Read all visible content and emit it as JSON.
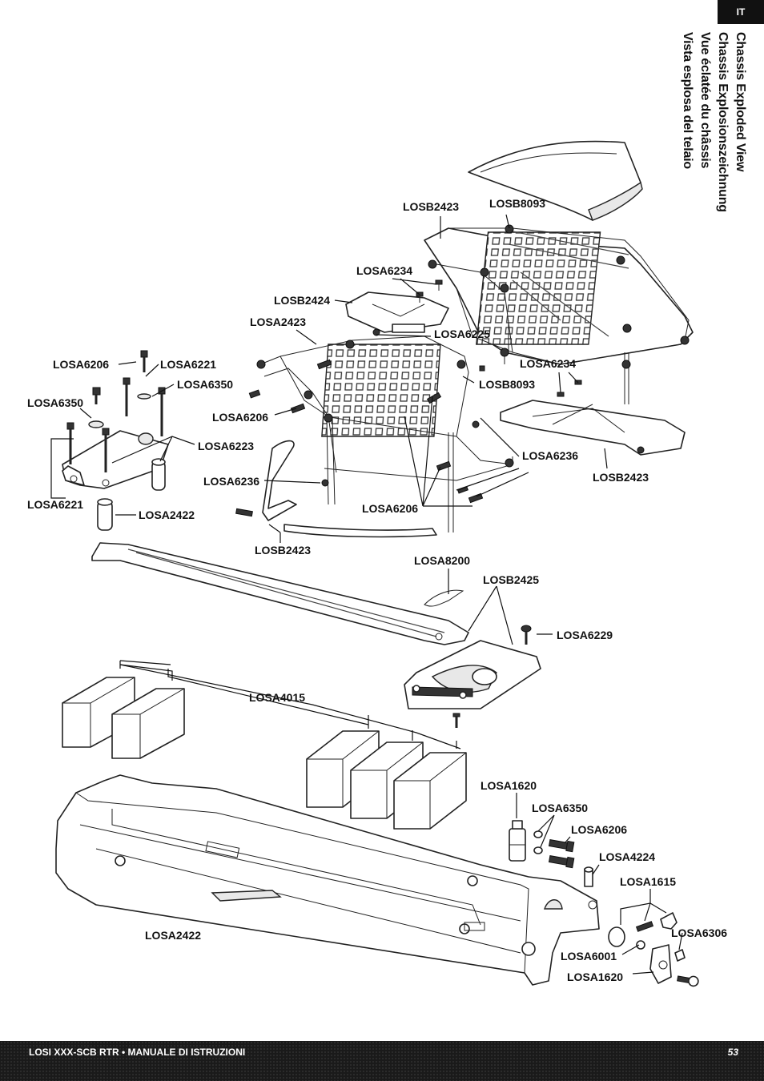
{
  "lang_tab": "IT",
  "titles": [
    "Chassis Exploded View",
    "Chassis Explosionszeichnung",
    "Vue éclatée du châssis",
    "Vista esplosa del telaio"
  ],
  "labels": {
    "losb2423_a": "LOSB2423",
    "losb8093_a": "LOSB8093",
    "losa6234_a": "LOSA6234",
    "losb2424": "LOSB2424",
    "losa2423": "LOSA2423",
    "losa6225": "LOSA6225",
    "losa6206_a": "LOSA6206",
    "losa6221_a": "LOSA6221",
    "losa6350_a": "LOSA6350",
    "losa6350_b": "LOSA6350",
    "losa6206_b": "LOSA6206",
    "losb8093_b": "LOSB8093",
    "losa6234_b": "LOSA6234",
    "losa6223": "LOSA6223",
    "losa6236_a": "LOSA6236",
    "losb2423_b": "LOSB2423",
    "losa6236_b": "LOSA6236",
    "losa6221_b": "LOSA6221",
    "losa2422_a": "LOSA2422",
    "losa6206_c": "LOSA6206",
    "losb2423_c": "LOSB2423",
    "losa8200": "LOSA8200",
    "losb2425": "LOSB2425",
    "losa6229": "LOSA6229",
    "losa4015": "LOSA4015",
    "losa1620_a": "LOSA1620",
    "losa6350_c": "LOSA6350",
    "losa6206_d": "LOSA6206",
    "losa4224": "LOSA4224",
    "losa1615": "LOSA1615",
    "losa2422_b": "LOSA2422",
    "losa6306": "LOSA6306",
    "losa6001": "LOSA6001",
    "losa1620_b": "LOSA1620"
  },
  "footer": {
    "title": "LOSI XXX-SCB RTR • MANUALE DI ISTRUZIONI",
    "page_number": "53"
  }
}
